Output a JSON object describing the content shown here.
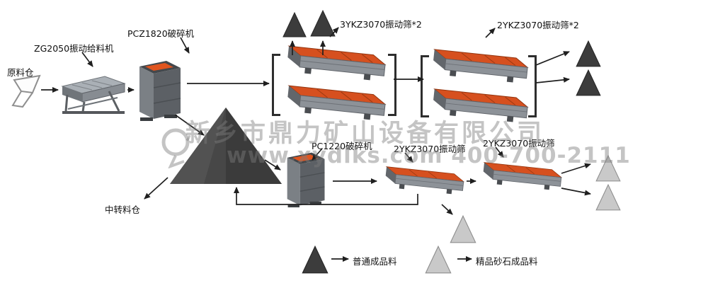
{
  "nodes": {
    "raw_bin_label": "原料仓",
    "feeder_label": "ZG2050振动给料机",
    "crusher1_label": "PCZ1820破碎机",
    "screen_group1_label": "3YKZ3070振动筛*2",
    "screen_group2_label": "2YKZ3070振动筛*2",
    "transfer_bin_label": "中转料仓",
    "crusher2_label": "PC1220破碎机",
    "screen3_label": "2YKZ3070振动筛",
    "screen4_label": "2YKZ3070振动筛"
  },
  "legend": {
    "ordinary": "普通成品料",
    "premium": "精品砂石成品料"
  },
  "watermark": {
    "company": "新乡市鼎力矿山设备有限公司",
    "contact": "www.xydlks.com  400-700-2111"
  },
  "colors": {
    "machine_orange": "#dd5320",
    "machine_gray": "#8d9298",
    "dark_triangle": "#3c3c3c",
    "light_triangle": "#c9c9c9",
    "arrow": "#1f1f1f",
    "watermark_gray": "#7d7d7d"
  }
}
